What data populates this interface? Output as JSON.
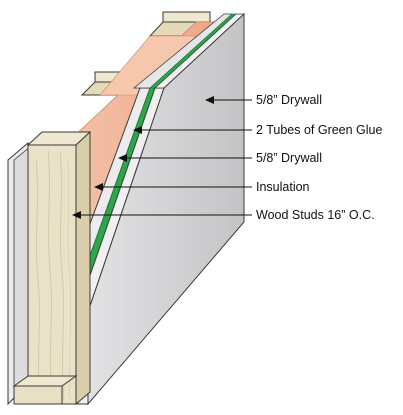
{
  "callouts": [
    {
      "label": "5/8” Drywall"
    },
    {
      "label": "2 Tubes of Green Glue"
    },
    {
      "label": "5/8” Drywall"
    },
    {
      "label": "Insulation"
    },
    {
      "label": "Wood Studs 16” O.C."
    }
  ],
  "colors": {
    "outer_drywall_face": "#d2d2d4",
    "outer_drywall_edge": "#ebebec",
    "green_glue": "#2aa84a",
    "inner_drywall_face": "#e8e8ea",
    "insulation": "#f2b79c",
    "stud_wood": "#eae2c8",
    "stud_top": "#efe7cf",
    "outline": "#3a3a3a"
  }
}
